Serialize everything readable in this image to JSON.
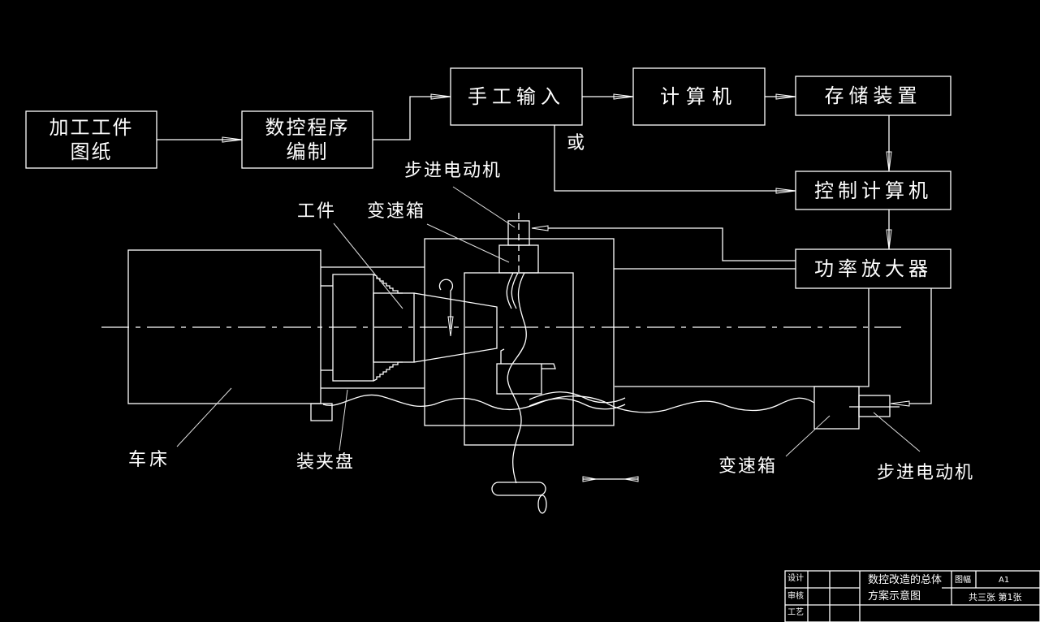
{
  "diagram": {
    "title": "数控改造的总体方案示意图",
    "blocks": {
      "drawing": {
        "line1": "加工工件",
        "line2": "图纸"
      },
      "nc_program": {
        "line1": "数控程序",
        "line2": "编制"
      },
      "manual_input": {
        "label": "手工输入"
      },
      "computer": {
        "label": "计算机"
      },
      "storage": {
        "label": "存储装置"
      },
      "control_computer": {
        "label": "控制计算机"
      },
      "power_amplifier": {
        "label": "功率放大器"
      }
    },
    "or_label": "或",
    "parts": {
      "workpiece": "工件",
      "gearbox_top": "变速箱",
      "stepper_top": "步进电动机",
      "lathe": "车床",
      "chuck": "装夹盘",
      "gearbox_right": "变速箱",
      "stepper_right": "步进电动机"
    }
  },
  "title_block": {
    "rows": [
      "设计",
      "审核",
      "工艺"
    ],
    "drawing_name_line1": "数控改造的总体",
    "drawing_name_line2": "方案示意图",
    "size_label": "图幅",
    "size_value": "A1",
    "sheet_info": "共三张 第1张"
  }
}
